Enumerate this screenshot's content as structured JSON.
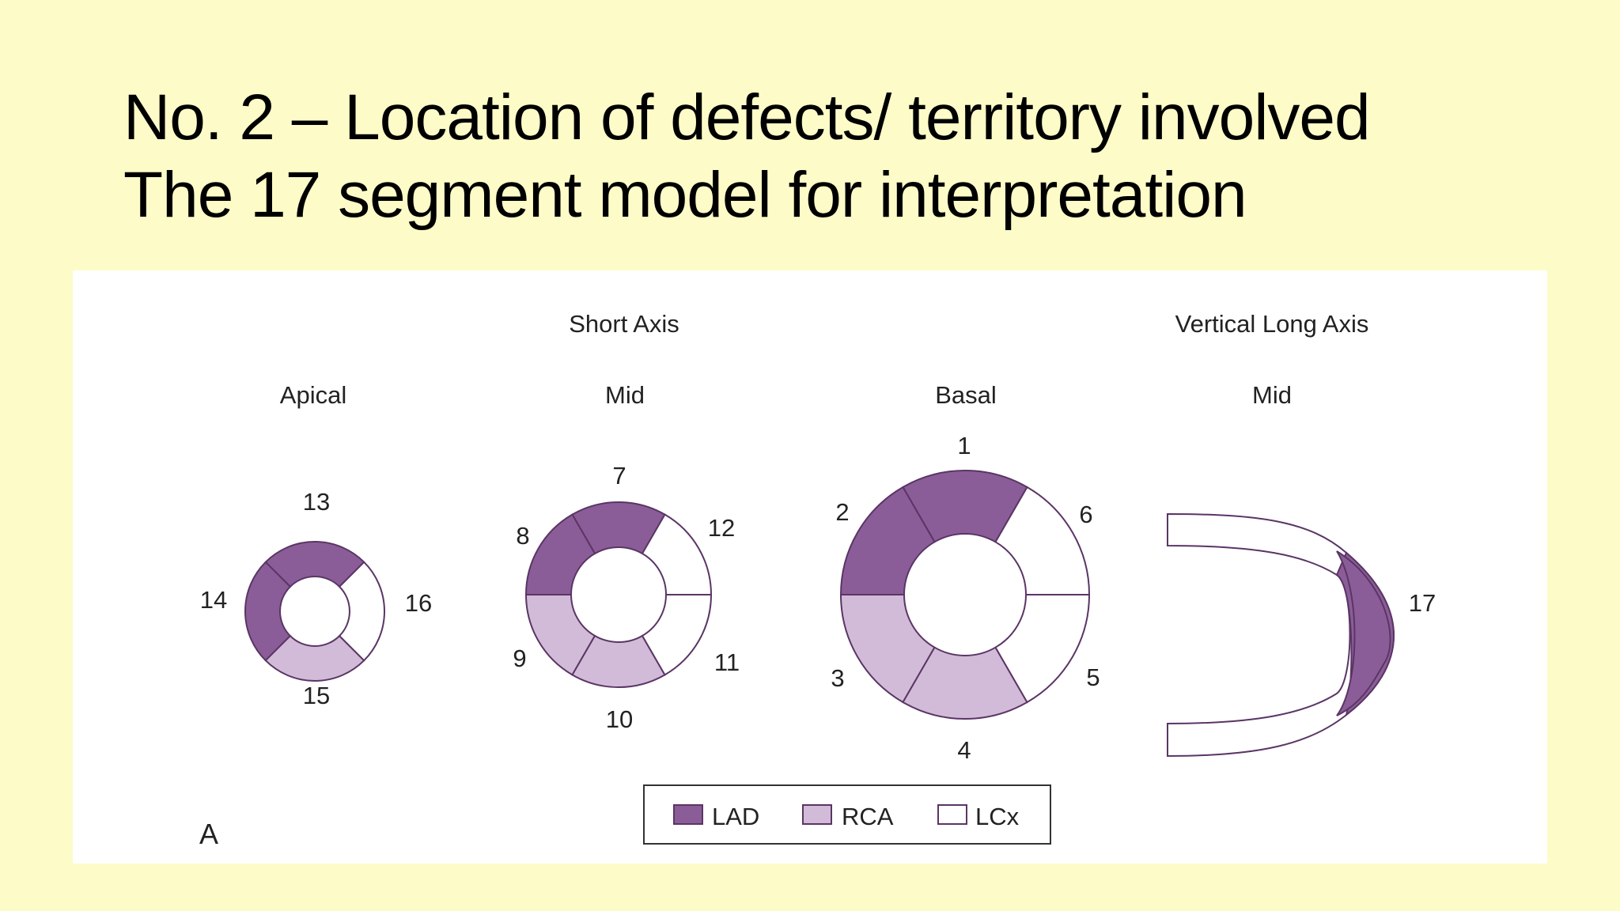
{
  "title": {
    "line1": "No. 2 – Location of defects/ territory involved",
    "line2": "The 17 segment model for interpretation"
  },
  "headers": {
    "short_axis": "Short Axis",
    "vertical_long_axis": "Vertical Long Axis",
    "apical": "Apical",
    "mid": "Mid",
    "basal": "Basal",
    "vla_mid": "Mid"
  },
  "colors": {
    "LAD": "#8b5d98",
    "RCA": "#d2bbd8",
    "LCx": "#ffffff",
    "outline": "#5a3565",
    "background": "#fdfcc8"
  },
  "segments": {
    "s1": "1",
    "s2": "2",
    "s3": "3",
    "s4": "4",
    "s5": "5",
    "s6": "6",
    "s7": "7",
    "s8": "8",
    "s9": "9",
    "s10": "10",
    "s11": "11",
    "s12": "12",
    "s13": "13",
    "s14": "14",
    "s15": "15",
    "s16": "16",
    "s17": "17"
  },
  "legend": {
    "lad": "LAD",
    "rca": "RCA",
    "lcx": "LCx"
  },
  "panel_letter": "A"
}
